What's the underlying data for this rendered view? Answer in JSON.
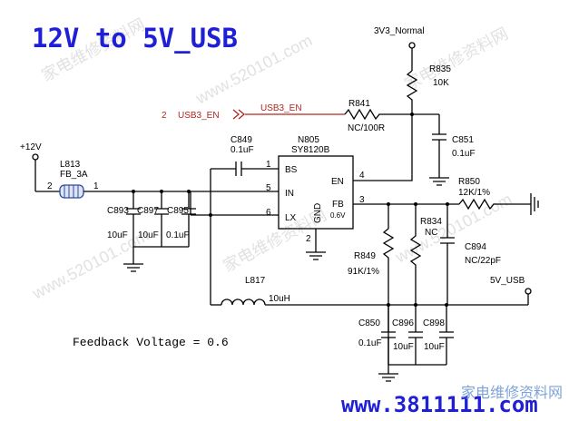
{
  "title": "12V to 5V_USB",
  "note": "Feedback Voltage = 0.6",
  "ic": {
    "ref": "N805",
    "part": "SY8120B",
    "pins": {
      "bs": "BS",
      "in": "IN",
      "lx": "LX",
      "en": "EN",
      "fb": "FB",
      "gnd": "GND"
    },
    "fb_voltage": "0.6V",
    "pin_numbers": {
      "bs": "1",
      "in": "5",
      "lx": "6",
      "en": "4",
      "fb": "3",
      "gnd": "2"
    }
  },
  "nets": {
    "v12": "+12V",
    "v3v3": "3V3_Normal",
    "usb3_en": "USB3_EN",
    "usb3_en_pin": "2",
    "v5": "5V_USB"
  },
  "components": {
    "L813": {
      "ref": "L813",
      "value": "FB_3A",
      "pin_a": "2",
      "pin_b": "1"
    },
    "C849": {
      "ref": "C849",
      "value": "0.1uF"
    },
    "C893": {
      "ref": "C893",
      "value": "10uF"
    },
    "C897": {
      "ref": "C897",
      "value": "10uF"
    },
    "C895": {
      "ref": "C895",
      "value": "0.1uF"
    },
    "R835": {
      "ref": "R835",
      "value": "10K"
    },
    "R841": {
      "ref": "R841",
      "value": "NC/100R"
    },
    "C851": {
      "ref": "C851",
      "value": "0.1uF"
    },
    "R850": {
      "ref": "R850",
      "value": "12K/1%"
    },
    "R834": {
      "ref": "R834",
      "value": "NC"
    },
    "C894": {
      "ref": "C894",
      "value": "NC/22pF"
    },
    "R849": {
      "ref": "R849",
      "value": "91K/1%"
    },
    "L817": {
      "ref": "L817",
      "value": "10uH"
    },
    "C850": {
      "ref": "C850",
      "value": "0.1uF"
    },
    "C896": {
      "ref": "C896",
      "value": "10uF"
    },
    "C898": {
      "ref": "C898",
      "value": "10uF"
    }
  },
  "watermark": {
    "text1": "家电维修资料网",
    "text2": "www.520101.com"
  },
  "footer": {
    "url": "www.3811111.com",
    "brand": "家电维修资料网"
  },
  "colors": {
    "title": "#1f1fd6",
    "enable_net": "#b3261e",
    "wire": "#000000"
  }
}
